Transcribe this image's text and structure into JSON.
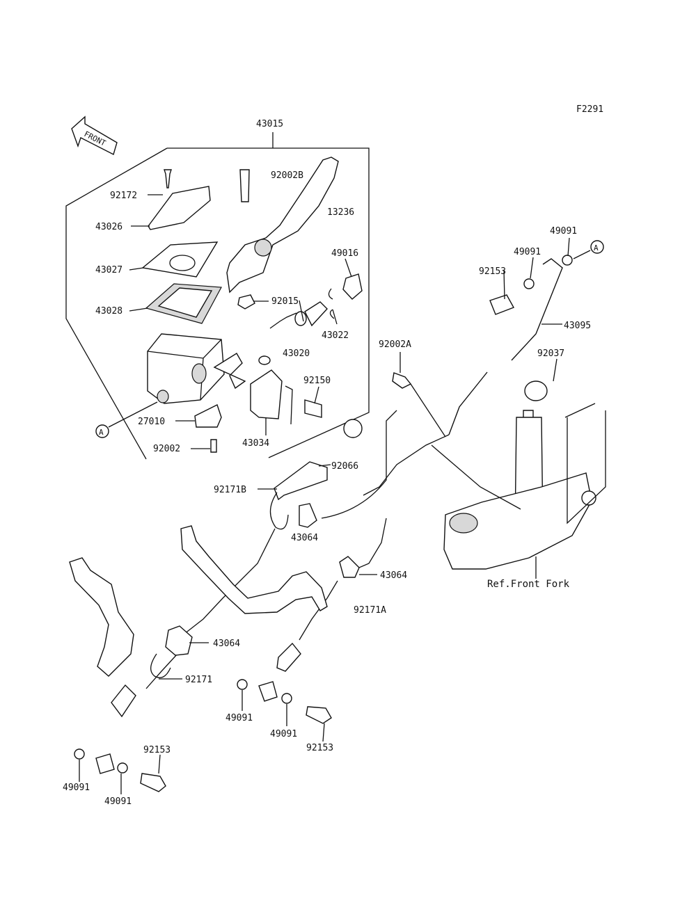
{
  "diagram": {
    "code": "F2291",
    "front_label": "FRONT",
    "ref_label": "Ref.Front Fork",
    "ref_marks": [
      "A",
      "A"
    ],
    "callouts": [
      {
        "id": "43015"
      },
      {
        "id": "92002B"
      },
      {
        "id": "92172"
      },
      {
        "id": "13236"
      },
      {
        "id": "43026"
      },
      {
        "id": "49016"
      },
      {
        "id": "43027"
      },
      {
        "id": "43028"
      },
      {
        "id": "92015"
      },
      {
        "id": "43022"
      },
      {
        "id": "43020"
      },
      {
        "id": "92150"
      },
      {
        "id": "27010"
      },
      {
        "id": "43034"
      },
      {
        "id": "92002"
      },
      {
        "id": "49091"
      },
      {
        "id": "49091"
      },
      {
        "id": "92153"
      },
      {
        "id": "43095"
      },
      {
        "id": "92002A"
      },
      {
        "id": "92037"
      },
      {
        "id": "92066"
      },
      {
        "id": "92171B"
      },
      {
        "id": "43064"
      },
      {
        "id": "43064"
      },
      {
        "id": "92171A"
      },
      {
        "id": "43064"
      },
      {
        "id": "92171"
      },
      {
        "id": "49091"
      },
      {
        "id": "49091"
      },
      {
        "id": "92153"
      },
      {
        "id": "92153"
      },
      {
        "id": "49091"
      },
      {
        "id": "49091"
      }
    ]
  }
}
